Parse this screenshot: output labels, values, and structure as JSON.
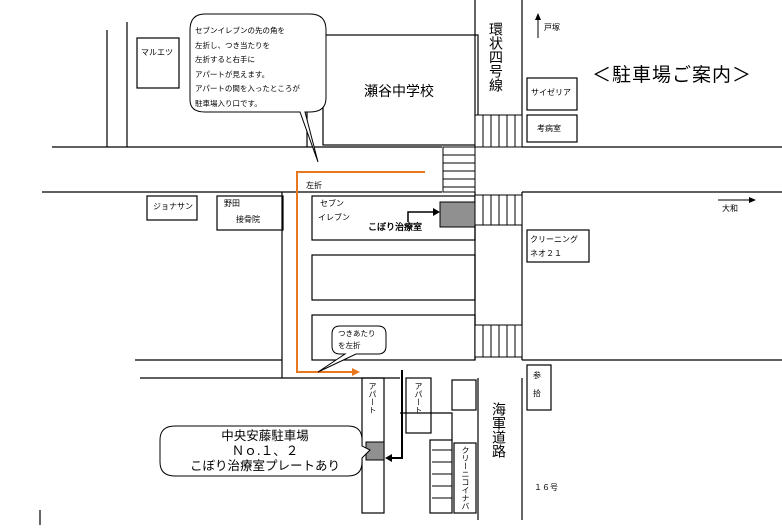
{
  "title": "＜駐車場ご案内＞",
  "callout_top": {
    "lines": [
      "セブンイレブンの先の角を",
      "左折し、つき当たりを",
      "左折すると右手に",
      "アパートが見えます。",
      "アパートの間を入ったところが",
      "駐車場入り口です。"
    ]
  },
  "callout_mid": {
    "lines": [
      "つきあたり",
      "を左折"
    ]
  },
  "parking_callout": {
    "lines": [
      "中央安藤駐車場",
      "Ｎｏ.１、２",
      "こぼり治療室プレートあり"
    ]
  },
  "roads": {
    "kanjo4": "環状四号線",
    "kaigun": "海軍道路",
    "route16": "１６号",
    "to_tozuka": "戸塚",
    "to_yamato": "大和"
  },
  "buildings": {
    "maruetsu": "マルエツ",
    "seya_school": "瀬谷中学校",
    "saizeriya": "サイゼリア",
    "pharmacy": "考病室",
    "jonathan": "ジョナサン",
    "noda_1": "野田",
    "noda_2": "接骨院",
    "seven_1": "セブン",
    "seven_2": "イレブン",
    "clinic": "こぼり治療室",
    "cleaning_1": "クリーニング",
    "cleaning_2": "ネオ２１",
    "sanbashi": "参",
    "sanbashi_2": "拾",
    "apart_1": "アパート",
    "apart_2": "アパート",
    "cleaning_v": "クリーニコイナバ"
  },
  "turn_label": "左折",
  "colors": {
    "route": "#e87820",
    "clinic_fill": "#909090",
    "line": "#000000"
  }
}
